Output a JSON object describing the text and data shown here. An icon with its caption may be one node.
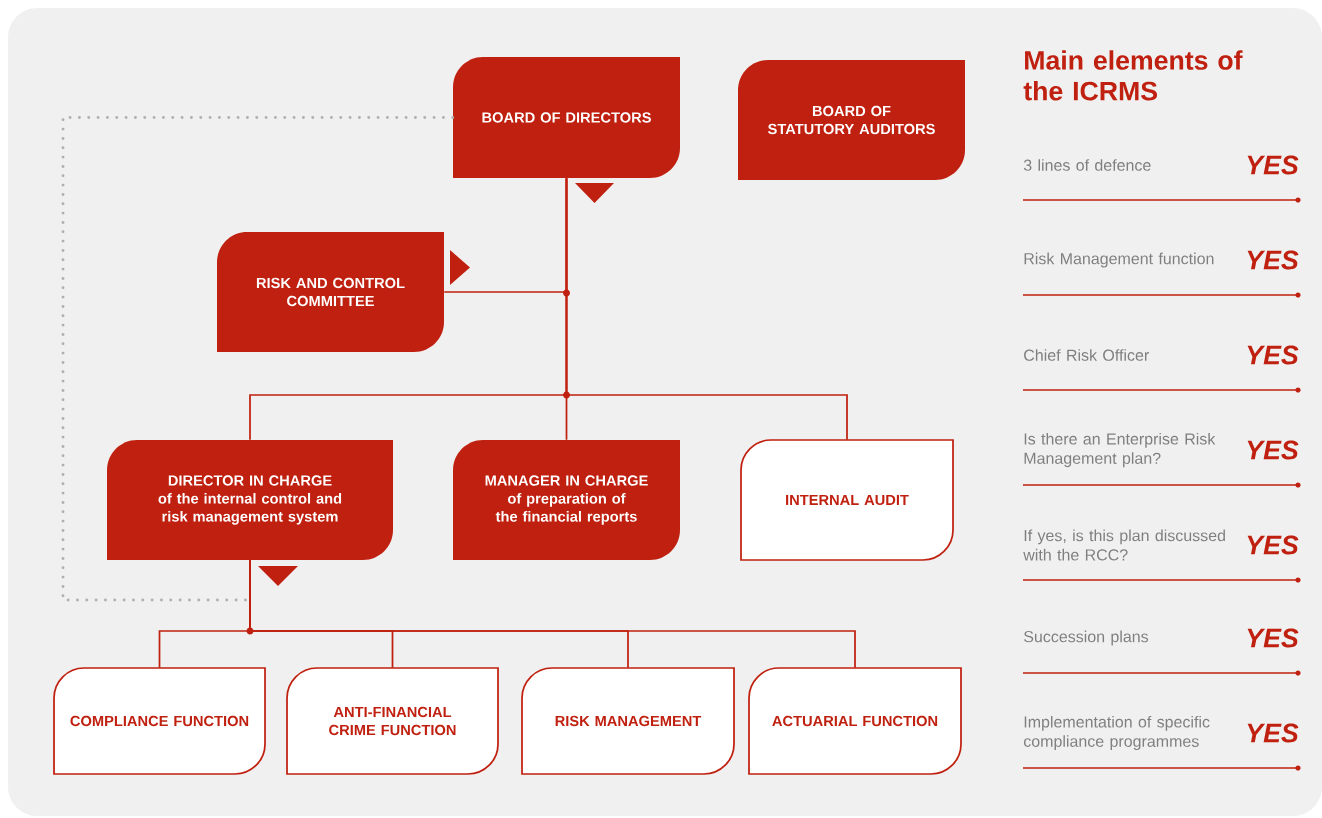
{
  "diagram": {
    "nodes": [
      {
        "text": [
          "BOARD OF DIRECTORS"
        ]
      },
      {
        "text": [
          "BOARD OF STATUTORY AUDITORS"
        ]
      },
      {
        "text": [
          "RISK AND CONTROL COMMITTEE"
        ]
      },
      {
        "text": [
          "DIRECTOR IN CHARGE",
          "of the internal control and risk management system"
        ]
      },
      {
        "text": [
          "MANAGER IN CHARGE",
          "of preparation of the financial reports"
        ]
      },
      {
        "text": [
          "INTERNAL AUDIT"
        ]
      },
      {
        "text": [
          "COMPLIANCE FUNCTION"
        ]
      },
      {
        "text": [
          "ANTI-FINANCIAL CRIME FUNCTION"
        ]
      },
      {
        "text": [
          "RISK MANAGEMENT"
        ]
      },
      {
        "text": [
          "ACTUARIAL FUNCTION"
        ]
      }
    ],
    "edges": [
      {
        "from": 0,
        "to": 2,
        "arrow": "none"
      },
      {
        "from": 0,
        "to": 3,
        "arrow": "none"
      },
      {
        "from": 0,
        "to": 4,
        "arrow": "none"
      },
      {
        "from": 0,
        "to": 5,
        "arrow": "none"
      },
      {
        "from": 3,
        "to": 6,
        "arrow": "none"
      },
      {
        "from": 3,
        "to": 7,
        "arrow": "none"
      },
      {
        "from": 3,
        "to": 8,
        "arrow": "none"
      },
      {
        "from": 3,
        "to": 9,
        "arrow": "none"
      },
      {
        "from": 0,
        "to": 3,
        "arrow": "none",
        "style": "dashed",
        "color": "#b0b0b0"
      }
    ],
    "labels": [
      "Main elements of the ICRMS",
      "3 lines of defence",
      "YES",
      "Risk Management function",
      "YES",
      "Chief Risk Officer",
      "YES",
      "Is there an Enterprise Risk Management plan?",
      "YES",
      "If yes, is this plan discussed with the RCC?",
      "YES",
      "Succession plans",
      "YES",
      "Implementation of specific compliance programmes",
      "YES"
    ]
  }
}
